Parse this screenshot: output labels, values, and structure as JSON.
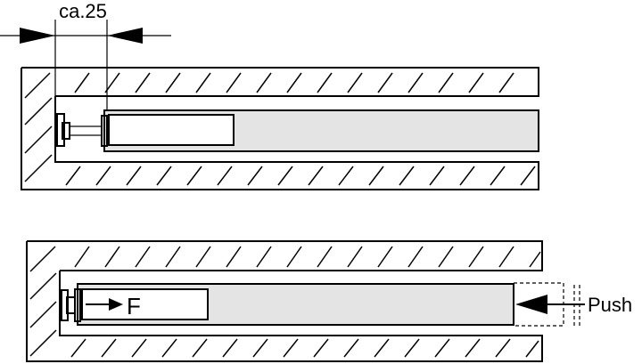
{
  "dimension": {
    "label": "ca.25"
  },
  "force": {
    "label": "F"
  },
  "action": {
    "label": "Push"
  },
  "colors": {
    "line": "#000000",
    "drawer_fill": "#e4e4e4",
    "background": "#ffffff"
  }
}
